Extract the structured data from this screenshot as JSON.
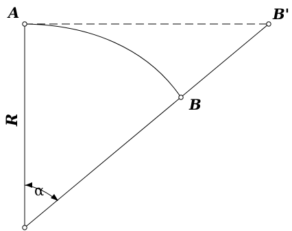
{
  "labels": {
    "A": "A",
    "B_prime": "B'",
    "B": "B",
    "R": "R",
    "alpha": "α"
  },
  "colors": {
    "stroke": "#000000",
    "background": "#ffffff"
  }
}
